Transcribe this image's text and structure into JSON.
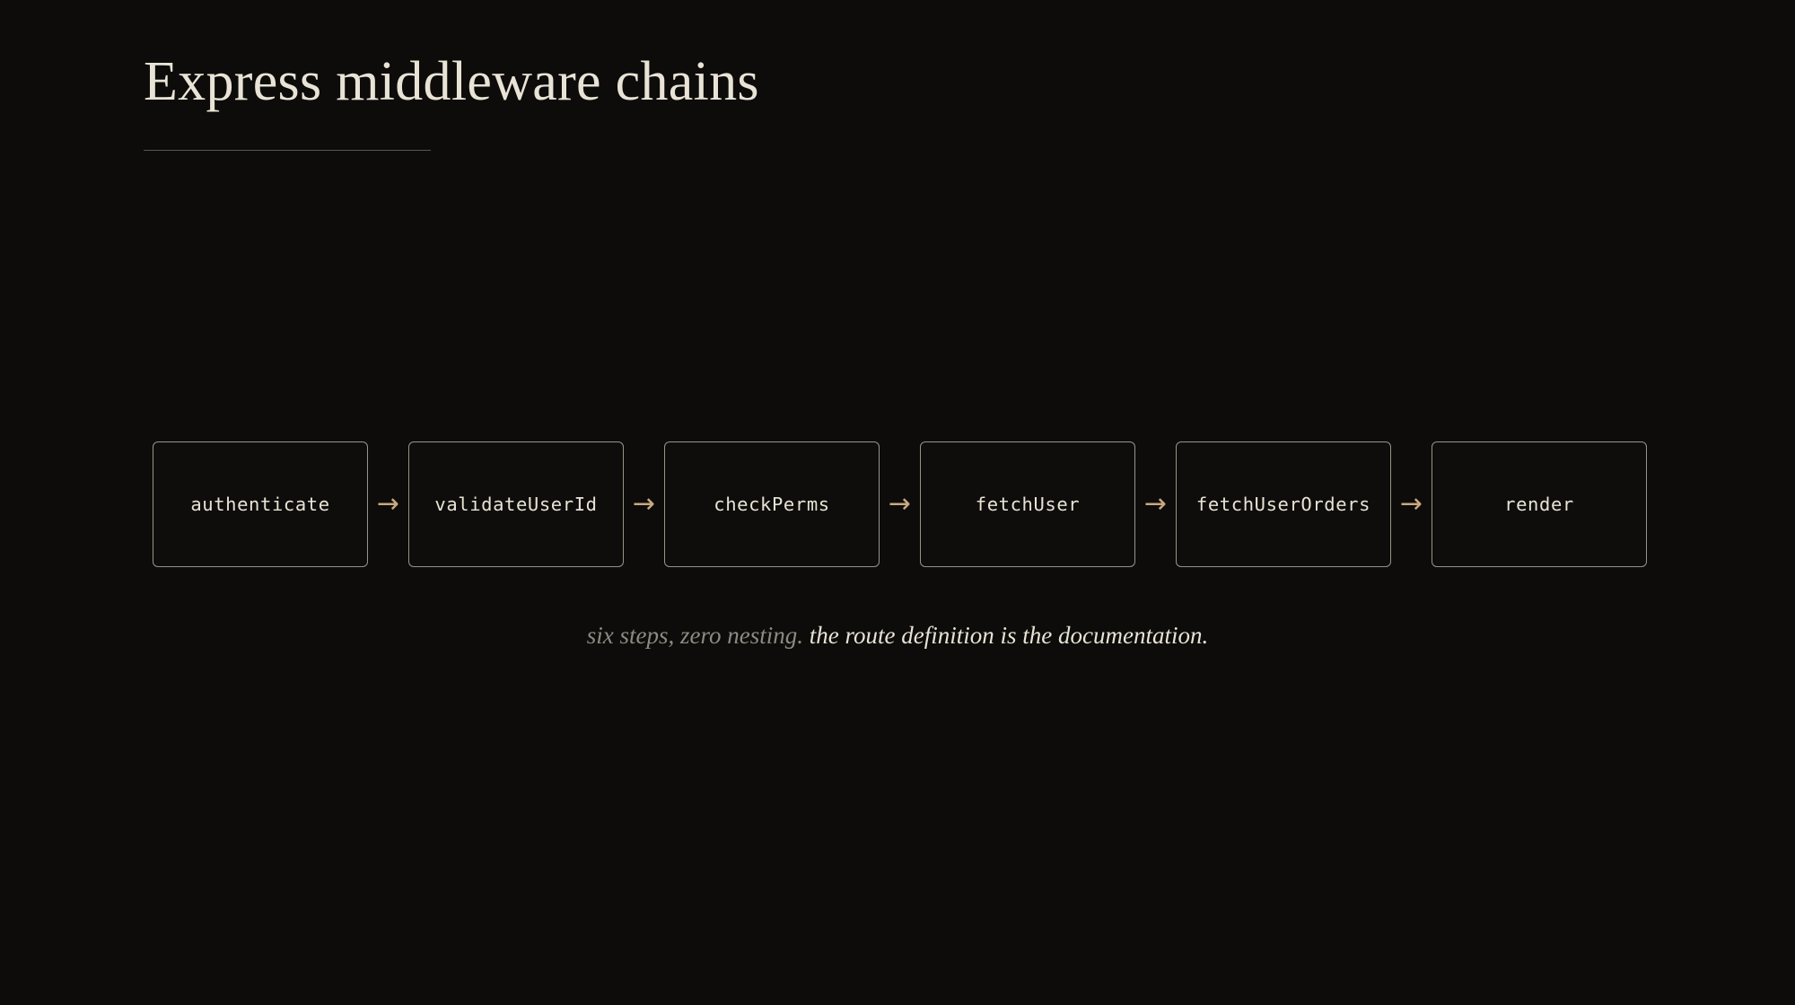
{
  "page": {
    "background_color": "#0d0c0a",
    "title": "Express middleware chains",
    "rule_color": "#5a554c"
  },
  "theme": {
    "text_primary": "#e9e3d6",
    "text_muted": "#8d8a82",
    "node_border": "#9a9288",
    "arrow_color": "#c9a880",
    "node_fill": "#0e0d0b"
  },
  "flow": {
    "arrow_glyph": "→",
    "arrow_name": "arrow-right-icon",
    "node_count": 6,
    "nodes": [
      {
        "id": "authenticate",
        "label": "authenticate"
      },
      {
        "id": "validateUserId",
        "label": "validateUserId"
      },
      {
        "id": "checkPerms",
        "label": "checkPerms"
      },
      {
        "id": "fetchUser",
        "label": "fetchUser"
      },
      {
        "id": "fetchUserOrders",
        "label": "fetchUserOrders"
      },
      {
        "id": "render",
        "label": "render"
      }
    ]
  },
  "caption": {
    "lead": "six steps, zero nesting.",
    "main": "the route definition is the documentation."
  }
}
